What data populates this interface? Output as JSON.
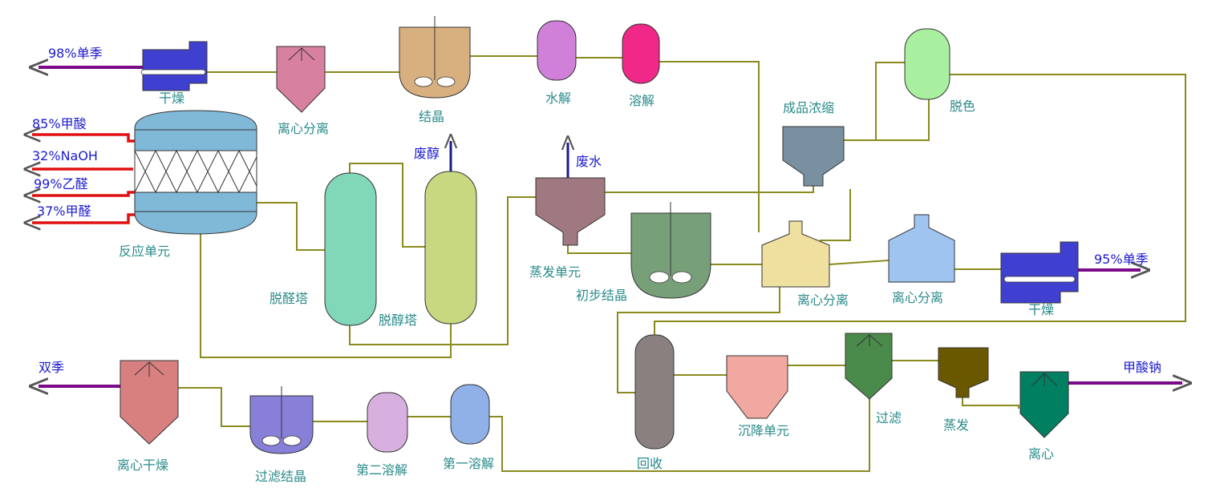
{
  "streams": {
    "s98": "98%单季",
    "s85": "85%甲酸",
    "s32": "32%NaOH",
    "s99": "99%乙醛",
    "s37": "37%甲醛",
    "s95": "95%单季",
    "double": "双季",
    "sodium_formate": "甲酸钠",
    "waste_alcohol": "废醇",
    "waste_water": "废水"
  },
  "units": {
    "dry1": "干燥",
    "centrifuge1": "离心分离",
    "crystallize": "结晶",
    "hydrolysis": "水解",
    "dissolve": "溶解",
    "reactor": "反应单元",
    "dealdehyde": "脱醛塔",
    "dealcohol": "脱醇塔",
    "evaporation": "蒸发单元",
    "primary_crystal": "初步结晶",
    "product_concentrate": "成品浓缩",
    "decolor": "脱色",
    "centrifuge2": "离心分离",
    "centrifuge3": "离心分离",
    "dry2": "干燥",
    "recovery": "回收",
    "settling": "沉降单元",
    "filter": "过滤",
    "evaporate": "蒸发",
    "centrifuge4": "离心",
    "centrifuge_dry": "离心干燥",
    "filter_crystal": "过滤结晶",
    "second_dissolve": "第二溶解",
    "first_dissolve": "第一溶解"
  },
  "colors": {
    "pipe": "#8a8a1e",
    "input_pipe": "#e01010",
    "product_pipe": "#7a0a8a",
    "vent_pipe": "#1a1a8a",
    "stream_label": "#1a1ad0",
    "unit_label": "#2a8a8a"
  }
}
